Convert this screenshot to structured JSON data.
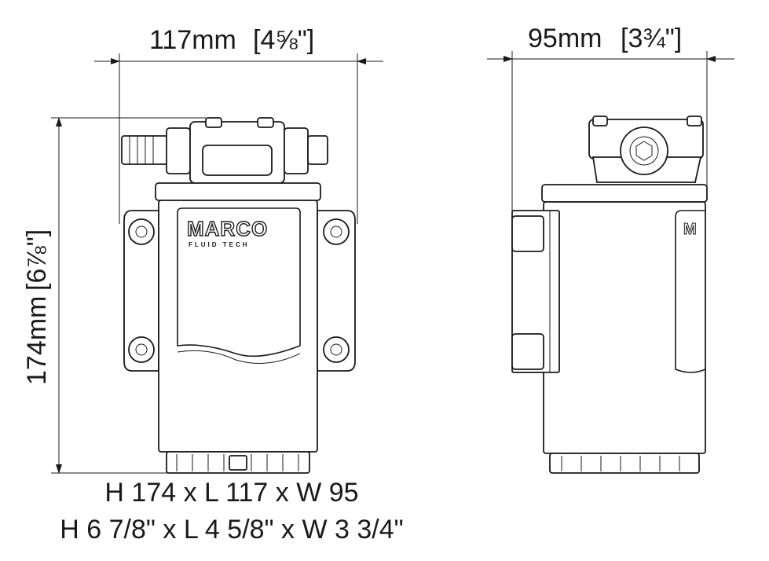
{
  "dimensions": {
    "length_label": "117mm",
    "length_inch": "[4⅝\"]",
    "width_label": "95mm",
    "width_inch": "[3¾\"]",
    "height_label": "174mm",
    "height_inch": "[6⅞\"]"
  },
  "logo": {
    "brand": "MARCO",
    "subtitle": "FLUID TECH"
  },
  "caption": {
    "metric": "H 174 x L 117 x W 95",
    "imperial": "H 6 7/8\" x L 4 5/8\" x W 3 3/4\""
  }
}
